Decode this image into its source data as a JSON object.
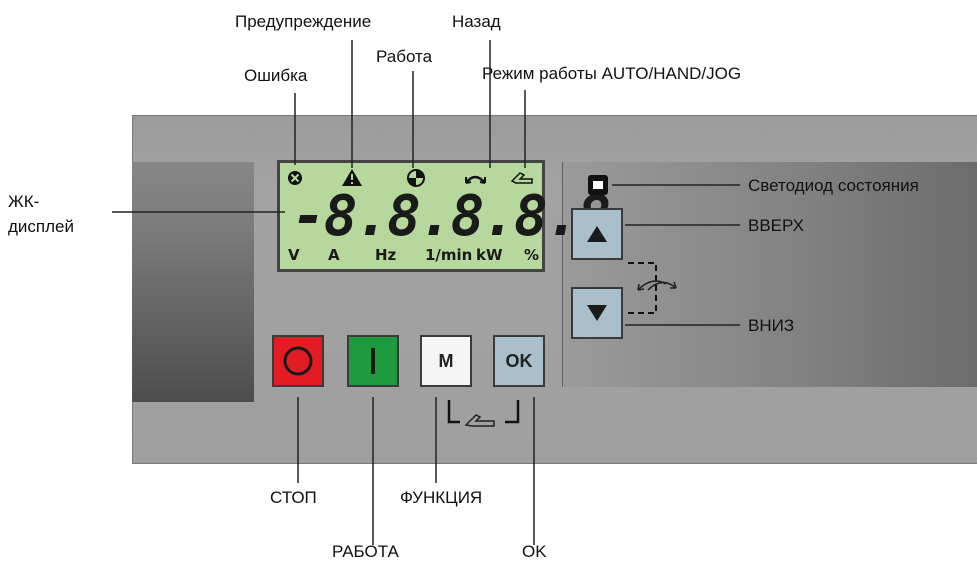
{
  "labels": {
    "error": "Ошибка",
    "warning": "Предупреждение",
    "running": "Работа",
    "back": "Назад",
    "mode": "Режим работы AUTO/HAND/JOG",
    "lcd_line1": "ЖК-",
    "lcd_line2": "дисплей",
    "status_led": "Светодиод состояния",
    "up": "ВВЕРХ",
    "down": "ВНИЗ",
    "stop": "СТОП",
    "run": "РАБОТА",
    "function": "ФУНКЦИЯ",
    "ok": "OK"
  },
  "lcd": {
    "digits": "-8.8.8.8.8",
    "units": [
      "V",
      "A",
      "Hz",
      "1/min",
      "kW",
      "%"
    ]
  },
  "buttons": {
    "function_label": "M",
    "ok_label": "OK"
  },
  "colors": {
    "stop": "#e31c24",
    "run": "#1e9b3d",
    "lcd_bg": "#b7d89c",
    "nav_button": "#a9bfcc"
  }
}
